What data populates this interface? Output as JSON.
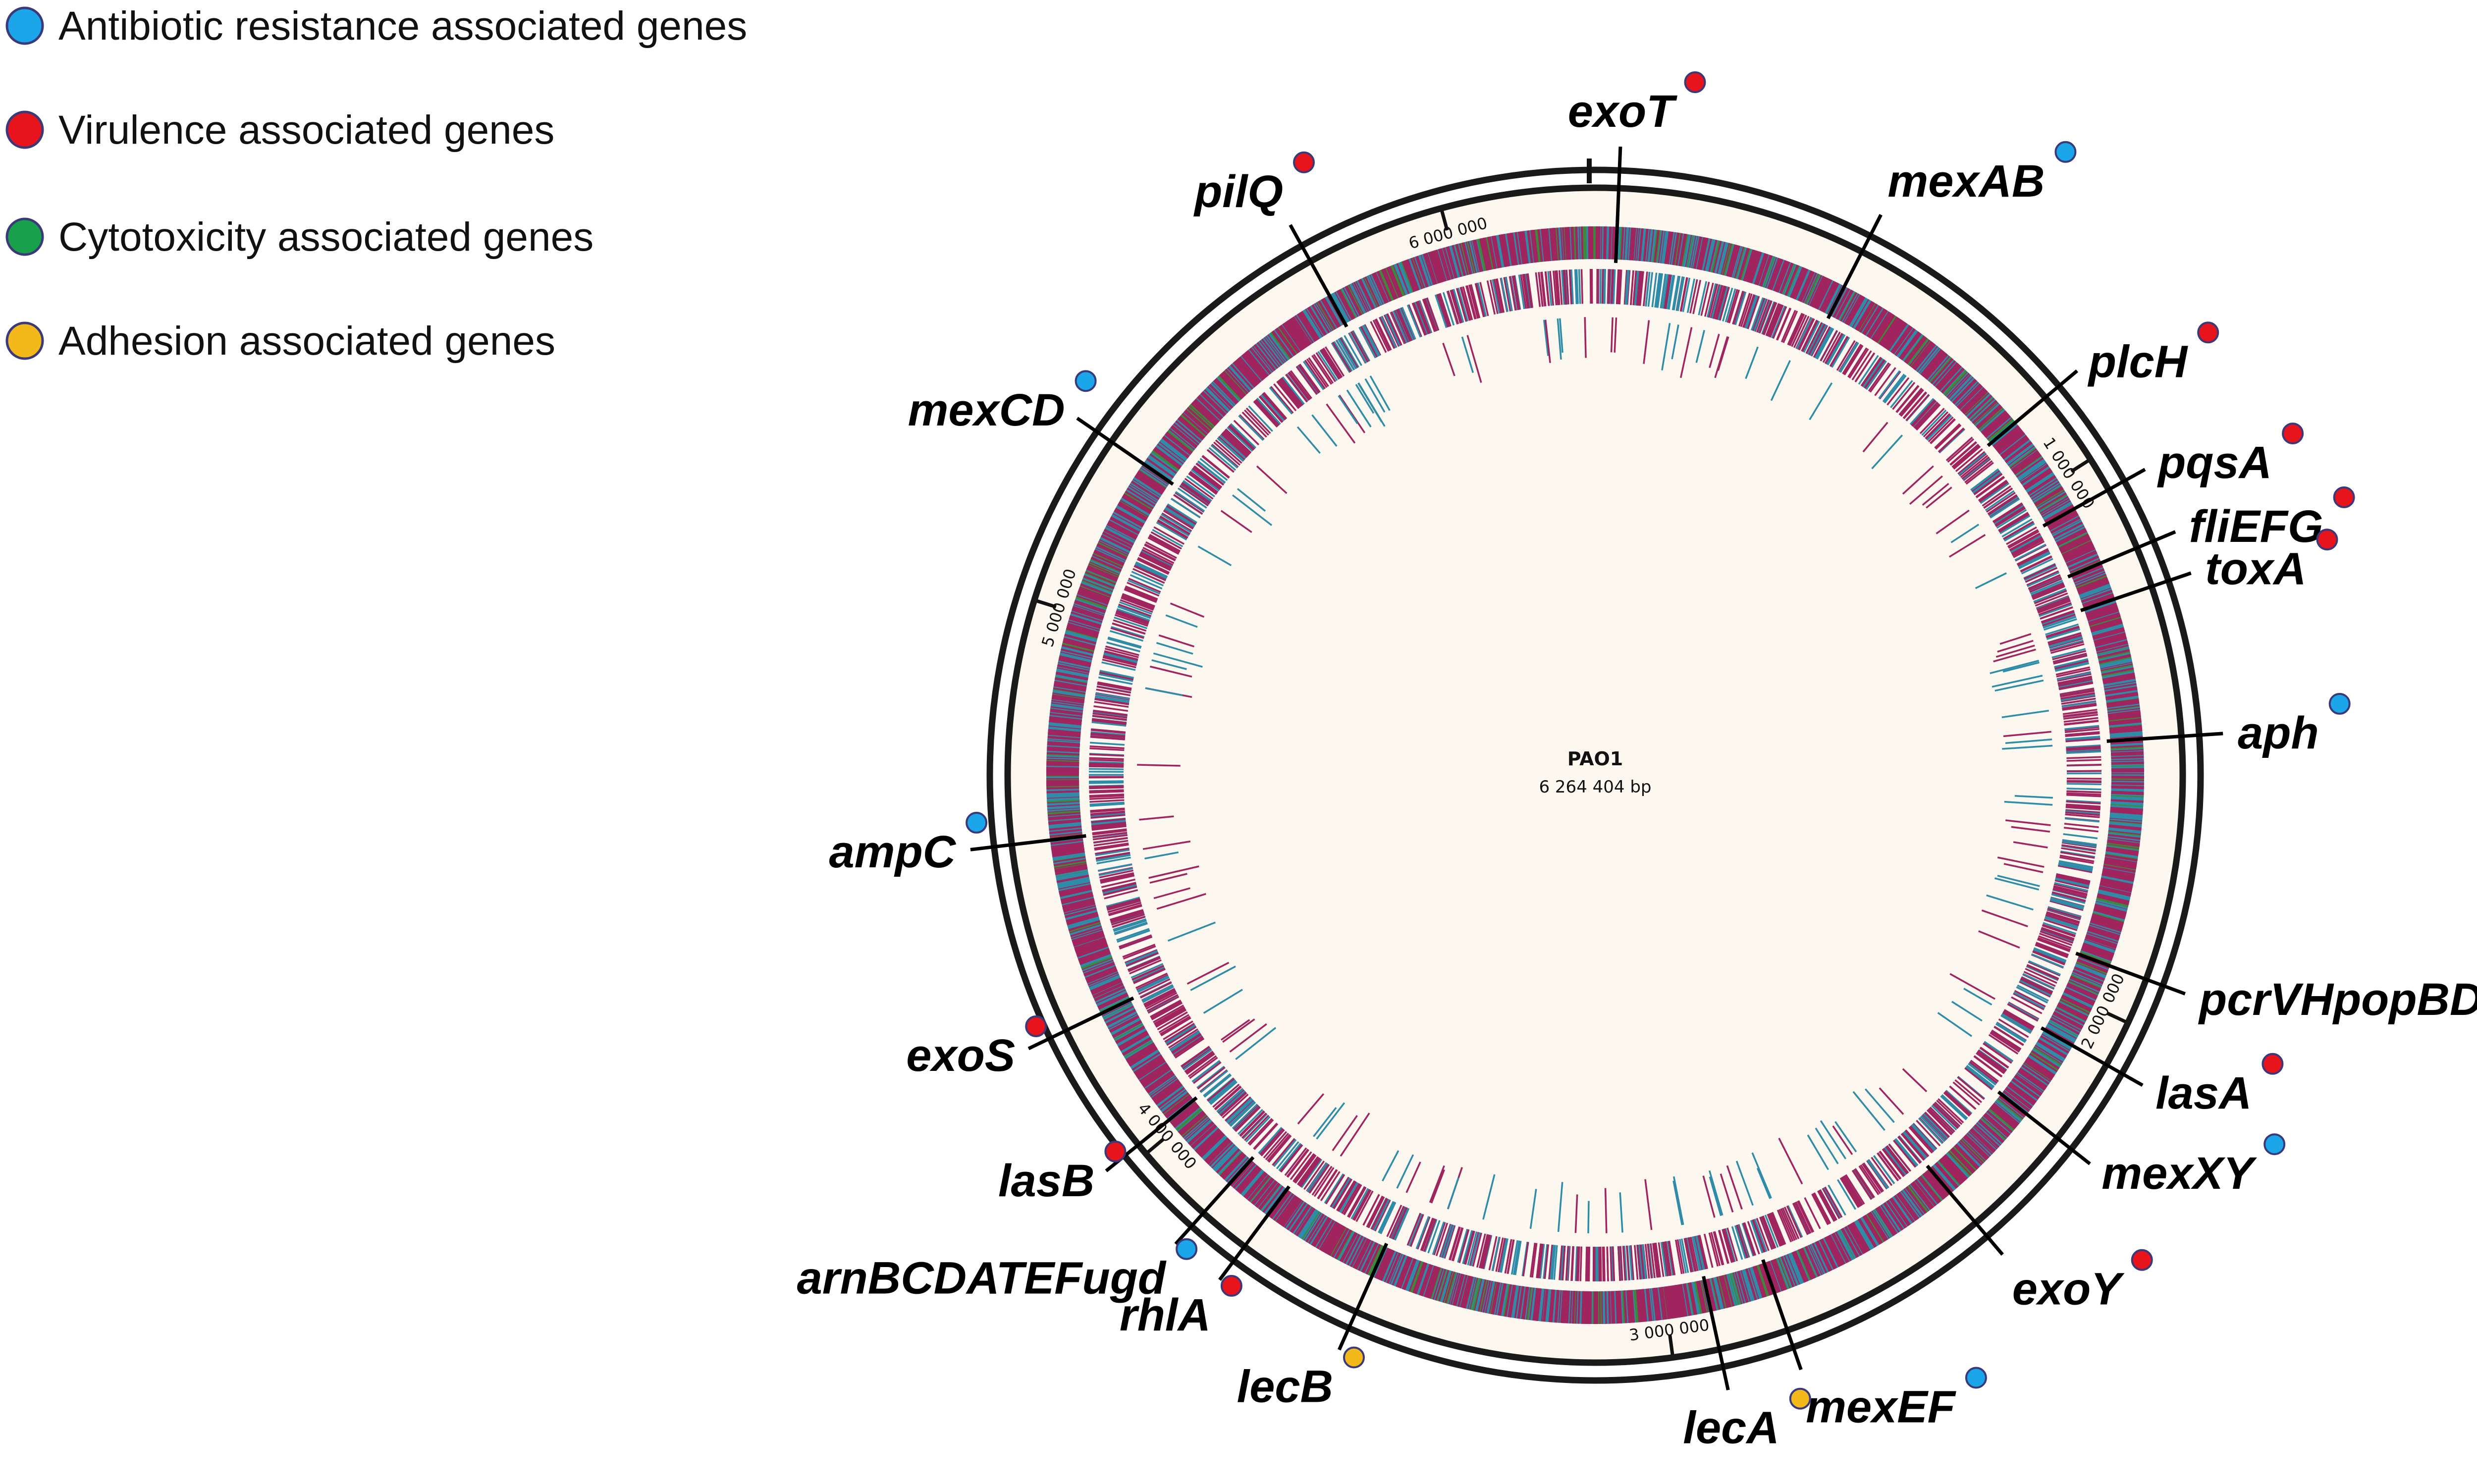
{
  "legend": [
    {
      "label": "Antibiotic resistance associated genes",
      "category": "antibiotic"
    },
    {
      "label": "Virulence associated genes",
      "category": "virulence"
    },
    {
      "label": "Cytotoxicity associated genes",
      "category": "cytotoxicity"
    },
    {
      "label": "Adhesion associated genes",
      "category": "adhesion"
    }
  ],
  "colors": {
    "antibiotic": "#1aa6e8",
    "virulence": "#e8141c",
    "cytotoxicity": "#19a04a",
    "adhesion": "#f3b91a",
    "dot_border": "#3a3a7a",
    "ring_fill": "#fdf8ef",
    "feature_magenta": "#a0245e",
    "feature_teal": "#2f8ca8",
    "feature_green": "#3a8a3a"
  },
  "genome": {
    "name": "PAO1",
    "size_label": "6 264 404 bp",
    "size_bp": 6264404,
    "tick_labels": [
      {
        "label": "1 000 000",
        "bp": 1000000
      },
      {
        "label": "2 000 000",
        "bp": 2000000
      },
      {
        "label": "3 000 000",
        "bp": 3000000
      },
      {
        "label": "4 000 000",
        "bp": 4000000
      },
      {
        "label": "5 000 000",
        "bp": 5000000
      },
      {
        "label": "6 000 000",
        "bp": 6000000
      }
    ]
  },
  "genes": [
    {
      "name": "exoT",
      "category": "virulence",
      "bp": 40000
    },
    {
      "name": "mexAB",
      "category": "antibiotic",
      "bp": 470000
    },
    {
      "name": "plcH",
      "category": "virulence",
      "bp": 870000
    },
    {
      "name": "pqsA",
      "category": "virulence",
      "bp": 1060000
    },
    {
      "name": "fliEFG",
      "category": "virulence",
      "bp": 1170000
    },
    {
      "name": "toxA",
      "category": "virulence",
      "bp": 1240000
    },
    {
      "name": "aph",
      "category": "antibiotic",
      "bp": 1500000
    },
    {
      "name": "pcrVHpopBD",
      "category": "cytotoxicity",
      "bp": 1920000
    },
    {
      "name": "lasA",
      "category": "virulence",
      "bp": 2080000
    },
    {
      "name": "mexXY",
      "category": "antibiotic",
      "bp": 2230000
    },
    {
      "name": "exoY",
      "category": "virulence",
      "bp": 2430000
    },
    {
      "name": "mexEF",
      "category": "antibiotic",
      "bp": 2800000
    },
    {
      "name": "lecA",
      "category": "adhesion",
      "bp": 2920000
    },
    {
      "name": "lecB",
      "category": "adhesion",
      "bp": 3550000
    },
    {
      "name": "rhlA",
      "category": "virulence",
      "bp": 3770000
    },
    {
      "name": "arnBCDATEFugd",
      "category": "antibiotic",
      "bp": 3860000
    },
    {
      "name": "lasB",
      "category": "virulence",
      "bp": 4020000
    },
    {
      "name": "exoS",
      "category": "virulence",
      "bp": 4250000
    },
    {
      "name": "ampC",
      "category": "antibiotic",
      "bp": 4580000
    },
    {
      "name": "mexCD",
      "category": "antibiotic",
      "bp": 5300000
    },
    {
      "name": "pilQ",
      "category": "virulence",
      "bp": 5760000
    }
  ]
}
